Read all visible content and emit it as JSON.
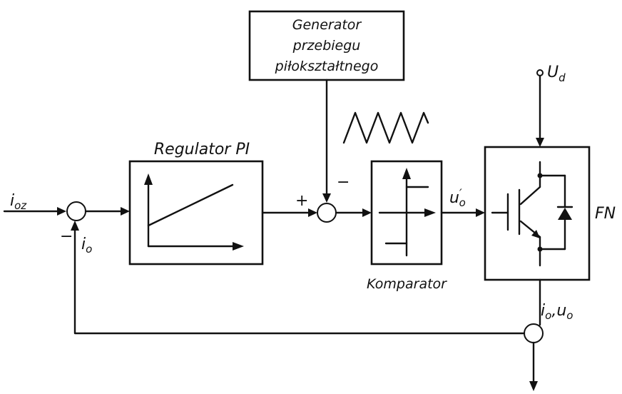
{
  "blocks": {
    "generator": {
      "line1": "Generator",
      "line2": "przebiegu",
      "line3": "piłokształtnego"
    },
    "regulator": {
      "title": "Regulator PI"
    },
    "comparator": {
      "title": "Komparator"
    },
    "converter": {
      "label": "FN"
    }
  },
  "signals": {
    "input_ref": "i",
    "input_ref_sub": "oz",
    "feedback": "i",
    "feedback_sub": "o",
    "comparator_out": "u",
    "comparator_out_prime": "′",
    "comparator_out_sub": "o",
    "dc_supply": "U",
    "dc_supply_sub": "d",
    "output_i": "i",
    "output_i_sub": "o",
    "output_sep": ",",
    "output_u": "u",
    "output_u_sub": "o"
  },
  "signs": {
    "sum1_feedback": "−",
    "sum2_plus": "+",
    "sum2_minus": "−"
  }
}
